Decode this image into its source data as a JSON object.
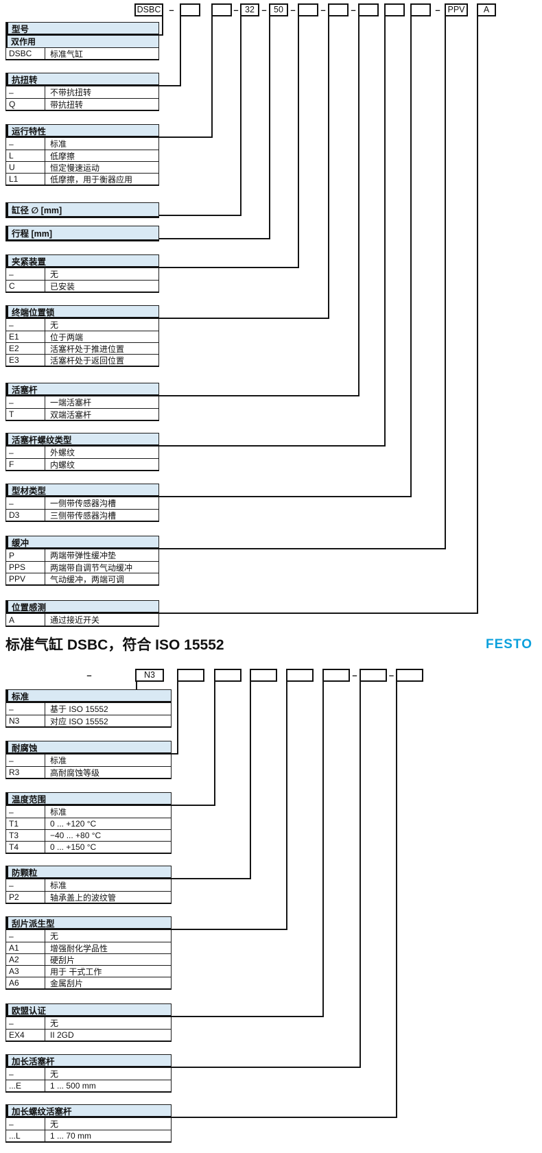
{
  "header": {
    "title": "标准气缸 DSBC，符合 ISO 15552",
    "brand": "FESTO"
  },
  "colors": {
    "accent": "#0ba0dc",
    "table_header_bg": "#d9e9f4",
    "line": "#111111"
  },
  "dash_glyph": "–",
  "code_row_1": {
    "segments": [
      {
        "label": "DSBC",
        "dash_before": false
      },
      {
        "label": "",
        "dash_before": true
      },
      {
        "label": "",
        "dash_before": false
      },
      {
        "label": "32",
        "dash_before": true
      },
      {
        "label": "50",
        "dash_before": true
      },
      {
        "label": "",
        "dash_before": true
      },
      {
        "label": "",
        "dash_before": true
      },
      {
        "label": "",
        "dash_before": true
      },
      {
        "label": "",
        "dash_before": false
      },
      {
        "label": "",
        "dash_before": false
      },
      {
        "label": "PPV",
        "dash_before": true
      },
      {
        "label": "A",
        "dash_before": false
      }
    ]
  },
  "code_row_2": {
    "lead_dash": "–",
    "segments": [
      {
        "label": "N3",
        "dash_before": false
      },
      {
        "label": "",
        "dash_before": false
      },
      {
        "label": "",
        "dash_before": false
      },
      {
        "label": "",
        "dash_before": false
      },
      {
        "label": "",
        "dash_before": false
      },
      {
        "label": "",
        "dash_before": false
      },
      {
        "label": "",
        "dash_before": true
      },
      {
        "label": "",
        "dash_before": true
      }
    ]
  },
  "sections": [
    {
      "tables": [
        {
          "id": "model-type",
          "header": "型号",
          "subheader": "双作用",
          "rows": [
            [
              "DSBC",
              "标准气缸"
            ]
          ]
        },
        {
          "id": "anti-rotation",
          "header": "抗扭转",
          "rows": [
            [
              "–",
              "不带抗扭转"
            ],
            [
              "Q",
              "带抗扭转"
            ]
          ]
        },
        {
          "id": "operating-characteristics",
          "header": "运行特性",
          "rows": [
            [
              "–",
              "标准"
            ],
            [
              "L",
              "低摩擦"
            ],
            [
              "U",
              "恒定慢速运动"
            ],
            [
              "L1",
              "低摩擦，用于衡器应用"
            ]
          ]
        },
        {
          "id": "piston-diameter",
          "header": "缸径 ∅ [mm]",
          "rows": []
        },
        {
          "id": "stroke",
          "header": "行程 [mm]",
          "rows": []
        },
        {
          "id": "clamping-unit",
          "header": "夹紧装置",
          "rows": [
            [
              "–",
              "无"
            ],
            [
              "C",
              "已安装"
            ]
          ]
        },
        {
          "id": "end-position-lock",
          "header": "终端位置锁",
          "rows": [
            [
              "–",
              "无"
            ],
            [
              "E1",
              "位于两端"
            ],
            [
              "E2",
              "活塞杆处于推进位置"
            ],
            [
              "E3",
              "活塞杆处于返回位置"
            ]
          ]
        },
        {
          "id": "piston-rod",
          "header": "活塞杆",
          "rows": [
            [
              "–",
              "一端活塞杆"
            ],
            [
              "T",
              "双端活塞杆"
            ]
          ]
        },
        {
          "id": "piston-rod-thread-type",
          "header": "活塞杆螺纹类型",
          "rows": [
            [
              "–",
              "外螺纹"
            ],
            [
              "F",
              "内螺纹"
            ]
          ]
        },
        {
          "id": "profile-type",
          "header": "型材类型",
          "rows": [
            [
              "–",
              "一侧带传感器沟槽"
            ],
            [
              "D3",
              "三侧带传感器沟槽"
            ]
          ]
        },
        {
          "id": "cushioning",
          "header": "缓冲",
          "rows": [
            [
              "P",
              "两端带弹性缓冲垫"
            ],
            [
              "PPS",
              "两端带自调节气动缓冲"
            ],
            [
              "PPV",
              "气动缓冲，两端可调"
            ]
          ]
        },
        {
          "id": "position-sensing",
          "header": "位置感测",
          "rows": [
            [
              "A",
              "通过接近开关"
            ]
          ]
        }
      ]
    },
    {
      "tables": [
        {
          "id": "standard",
          "header": "标准",
          "rows": [
            [
              "–",
              "基于 ISO 15552"
            ],
            [
              "N3",
              "对应 ISO 15552"
            ]
          ]
        },
        {
          "id": "corrosion-resistance",
          "header": "耐腐蚀",
          "rows": [
            [
              "–",
              "标准"
            ],
            [
              "R3",
              "高耐腐蚀等级"
            ]
          ]
        },
        {
          "id": "temperature-range",
          "header": "温度范围",
          "rows": [
            [
              "–",
              "标准"
            ],
            [
              "T1",
              "0 ... +120 °C"
            ],
            [
              "T3",
              "−40 ... +80 °C"
            ],
            [
              "T4",
              "0 ... +150 °C"
            ]
          ]
        },
        {
          "id": "particle-protection",
          "header": "防颗粒",
          "rows": [
            [
              "–",
              "标准"
            ],
            [
              "P2",
              "轴承盖上的波纹管"
            ]
          ]
        },
        {
          "id": "wiper-variant",
          "header": "刮片派生型",
          "rows": [
            [
              "–",
              "无"
            ],
            [
              "A1",
              "增强耐化学品性"
            ],
            [
              "A2",
              "硬刮片"
            ],
            [
              "A3",
              "用于 干式工作"
            ],
            [
              "A6",
              "金属刮片"
            ]
          ]
        },
        {
          "id": "eu-certification",
          "header": "欧盟认证",
          "rows": [
            [
              "–",
              "无"
            ],
            [
              "EX4",
              "II 2GD"
            ]
          ]
        },
        {
          "id": "extended-piston-rod",
          "header": "加长活塞杆",
          "rows": [
            [
              "–",
              "无"
            ],
            [
              "...E",
              "1 ... 500 mm"
            ]
          ]
        },
        {
          "id": "extended-piston-rod-thread",
          "header": "加长螺纹活塞杆",
          "rows": [
            [
              "–",
              "无"
            ],
            [
              "...L",
              "1 ... 70 mm"
            ]
          ]
        }
      ]
    }
  ]
}
